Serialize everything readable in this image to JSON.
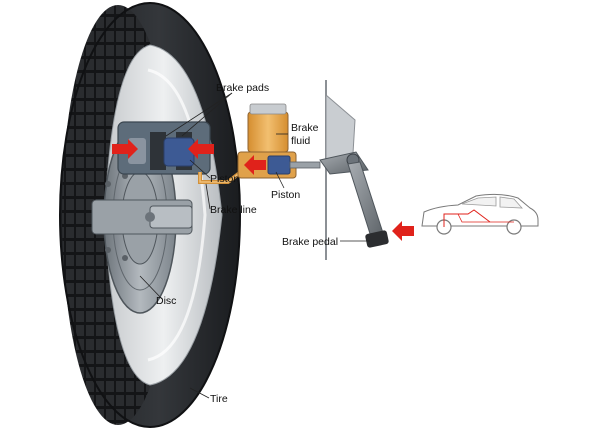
{
  "labels": {
    "brake_pads": "Brake pads",
    "brake_fluid_line1": "Brake",
    "brake_fluid_line2": "fluid",
    "piston_caliper": "Piston",
    "piston_master": "Piston",
    "brake_line": "Brake line",
    "brake_pedal": "Brake pedal",
    "disc": "Disc",
    "tire": "Tire"
  },
  "colors": {
    "tire": "#2b2d30",
    "rim": "#d9dcdf",
    "disc": "#8b9298",
    "caliper": "#5d6c7a",
    "piston": "#3d5a94",
    "fluid": "#e3a449",
    "arrow": "#e0221b",
    "car_outline": "#7a7a7a"
  },
  "icons": {
    "car": "car-side-icon",
    "force_arrows": "red-arrow-icon"
  }
}
